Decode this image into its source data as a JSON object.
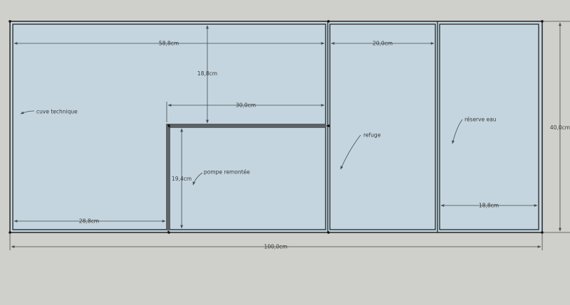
{
  "colors": {
    "background": "#cfcfcb",
    "tank_fill": "#c4d5df",
    "edge": "#1a1a1a",
    "dimension": "#4a4a4a"
  },
  "dimensions": {
    "total_width": "100,0cm",
    "total_height": "40,0cm",
    "technical_width": "58,8cm",
    "technical_depth": "18,8cm",
    "pump_bay_width": "30,0cm",
    "pump_bay_height": "19,4cm",
    "technical_lower_width": "28,8cm",
    "refuge_width": "20,0cm",
    "reserve_width": "18,8cm"
  },
  "labels": {
    "cuve_technique": "cuve technique",
    "pompe_remontee": "pompe remontée",
    "refuge": "refuge",
    "reserve_eau": "réserve eau"
  }
}
